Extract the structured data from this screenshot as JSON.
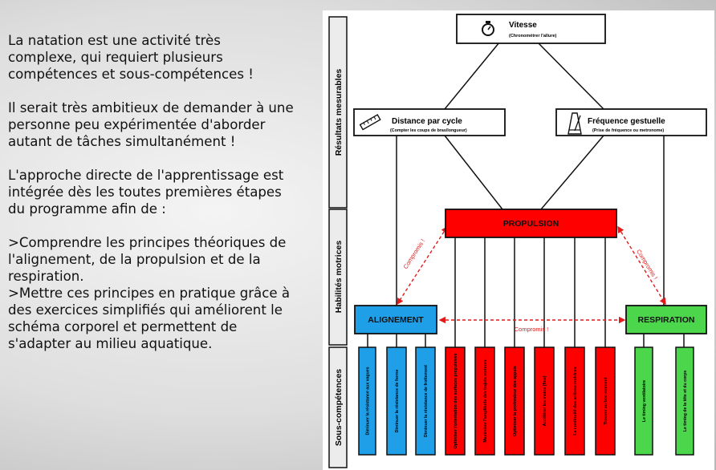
{
  "intro": {
    "paragraphs": [
      "La natation est une activité très\ncomplexe, qui requiert plusieurs\ncompétences et sous-compétences !",
      "Il serait très ambitieux de demander à une\npersonne peu expérimentée d'aborder\nautant de tâches simultanément !",
      "L'approche directe de l'apprentissage est\nintégrée dès les toutes premières étapes\ndu programme afin de :",
      ">Comprendre les principes théoriques de\nl'alignement, de la propulsion et de la\nrespiration.",
      ">Mettre ces principes en pratique grâce à\ndes exercices simplifiés qui améliorent le\nschéma corporel et permettent de\ns'adapter au milieu aquatique."
    ]
  },
  "diagram": {
    "row_labels": {
      "results": "Résultats mesurables",
      "skills": "Habilités motrices",
      "subskills": "Sous-compétences"
    },
    "speed": {
      "title": "Vitesse",
      "subtitle": "(Chronométrer l'allure)",
      "icon": "stopwatch-icon"
    },
    "distance": {
      "title": "Distance par cycle",
      "subtitle": "(Compter les coups de bras/longueur)",
      "icon": "ruler-icon"
    },
    "frequency": {
      "title": "Fréquence gestuelle",
      "subtitle": "(Prise de fréquence ou metronome)",
      "icon": "metronome-icon"
    },
    "propulsion": "PROPULSION",
    "alignment": "ALIGNEMENT",
    "breathing": "RESPIRATION",
    "compromise": "Compromis !",
    "colors": {
      "propulsion": "#ff0000",
      "alignment": "#1f9fe8",
      "breathing": "#4cd64c",
      "compromise": "#e21a1a"
    },
    "subskills": {
      "alignment": [
        "Diminuer la résistance aux vagues",
        "Diminuer la résistance de forme",
        "Diminuer la résistance de frottement"
      ],
      "propulsion": [
        "Optimiser l'orientation des surfaces propulsives",
        "Maximiser l'amplitude des trajets moteurs",
        "Optimiser la profondeur des appuis",
        "Accélérer les mains (fins)",
        "La continuité des actions motrices",
        "Trouver au bon moment"
      ],
      "breathing": [
        "Le timing ventilatoire",
        "Le timing de la tête et du corps"
      ]
    }
  }
}
